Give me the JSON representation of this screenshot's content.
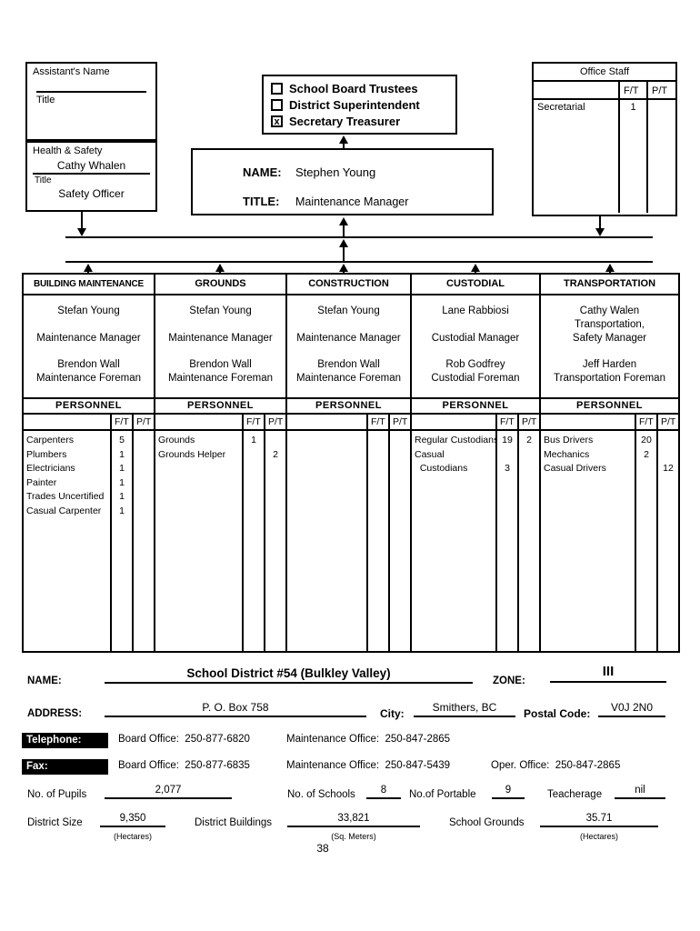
{
  "org_chart": {
    "assistant_box": {
      "heading": "Assistant's Name",
      "title_label": "Title"
    },
    "health_safety_box": {
      "heading": "Health & Safety",
      "name": "Cathy Whalen",
      "title_label": "Title",
      "title": "Safety Officer"
    },
    "role_checkboxes": {
      "options": [
        {
          "label": "School Board Trustees",
          "checked": false,
          "mark": ""
        },
        {
          "label": "District Superintendent",
          "checked": false,
          "mark": ""
        },
        {
          "label": "Secretary Treasurer",
          "checked": true,
          "mark": "x"
        }
      ]
    },
    "manager_box": {
      "name_label": "NAME:",
      "name": "Stephen Young",
      "title_label": "TITLE:",
      "title": "Maintenance Manager"
    },
    "office_staff": {
      "title": "Office Staff",
      "ft_header": "F/T",
      "pt_header": "P/T",
      "rows": [
        {
          "label": "Secretarial",
          "ft": "1",
          "pt": ""
        }
      ]
    }
  },
  "personnel_header": "PERSONNEL",
  "ft_header": "F/T",
  "pt_header": "P/T",
  "departments": [
    {
      "title": "BUILDING MAINTENANCE",
      "staff_group1": [
        "Stefan Young",
        "",
        "Maintenance Manager"
      ],
      "staff_group2": [
        "Brendon Wall",
        "Maintenance Foreman"
      ],
      "personnel": [
        {
          "label": "Carpenters",
          "ft": "5",
          "pt": ""
        },
        {
          "label": "Plumbers",
          "ft": "1",
          "pt": ""
        },
        {
          "label": "Electricians",
          "ft": "1",
          "pt": ""
        },
        {
          "label": "Painter",
          "ft": "1",
          "pt": ""
        },
        {
          "label": "Trades Uncertified",
          "ft": "1",
          "pt": ""
        },
        {
          "label": "Casual Carpenter",
          "ft": "1",
          "pt": ""
        }
      ]
    },
    {
      "title": "GROUNDS",
      "staff_group1": [
        "Stefan Young",
        "",
        "Maintenance Manager"
      ],
      "staff_group2": [
        "Brendon Wall",
        "Maintenance Foreman"
      ],
      "personnel": [
        {
          "label": "Grounds",
          "ft": "1",
          "pt": ""
        },
        {
          "label": "Grounds Helper",
          "ft": "",
          "pt": "2"
        }
      ]
    },
    {
      "title": "CONSTRUCTION",
      "staff_group1": [
        "Stefan Young",
        "",
        "Maintenance Manager"
      ],
      "staff_group2": [
        "Brendon Wall",
        "Maintenance Foreman"
      ],
      "personnel": []
    },
    {
      "title": "CUSTODIAL",
      "staff_group1": [
        "Lane Rabbiosi",
        "",
        "Custodial Manager"
      ],
      "staff_group2": [
        "Rob Godfrey",
        "Custodial Foreman"
      ],
      "personnel": [
        {
          "label": "Regular Custodians",
          "ft": "19",
          "pt": "2"
        },
        {
          "label": "Casual",
          "ft": "",
          "pt": ""
        },
        {
          "label": "  Custodians",
          "ft": "3",
          "pt": ""
        }
      ]
    },
    {
      "title": "TRANSPORTATION",
      "staff_group1": [
        "Cathy Walen",
        "Transportation,",
        "Safety Manager"
      ],
      "staff_group2": [
        "Jeff Harden",
        "Transportation Foreman"
      ],
      "personnel": [
        {
          "label": "Bus Drivers",
          "ft": "20",
          "pt": ""
        },
        {
          "label": "Mechanics",
          "ft": "2",
          "pt": ""
        },
        {
          "label": "Casual Drivers",
          "ft": "",
          "pt": "12"
        }
      ]
    }
  ],
  "footer_form": {
    "name_label": "NAME:",
    "name_value": "School District #54 (Bulkley Valley)",
    "zone_label": "ZONE:",
    "zone_value": "III",
    "address_label": "ADDRESS:",
    "address_value": "P. O. Box 758",
    "city_label": "City:",
    "city_value": "Smithers, BC",
    "postal_label": "Postal Code:",
    "postal_value": "V0J 2N0",
    "telephone_label": "Telephone:",
    "telephone_entries": [
      {
        "label": "Board Office:",
        "value": "250-877-6820"
      },
      {
        "label": "Maintenance Office:",
        "value": "250-847-2865"
      }
    ],
    "fax_label": "Fax:",
    "fax_entries": [
      {
        "label": "Board Office:",
        "value": "250-877-6835"
      },
      {
        "label": "Maintenance Office:",
        "value": "250-847-5439"
      },
      {
        "label": "Oper. Office:",
        "value": "250-847-2865"
      }
    ],
    "pupils_label": "No. of Pupils",
    "pupils_value": "2,077",
    "schools_label": "No. of Schools",
    "schools_value": "8",
    "portable_label": "No.of Portable",
    "portable_value": "9",
    "teacherage_label": "Teacherage",
    "teacherage_value": "nil",
    "district_size_label": "District Size",
    "district_size_value": "9,350",
    "district_size_unit": "(Hectares)",
    "district_buildings_label": "District Buildings",
    "district_buildings_value": "33,821",
    "district_buildings_unit": "(Sq. Meters)",
    "school_grounds_label": "School Grounds",
    "school_grounds_value": "35.71",
    "school_grounds_unit": "(Hectares)"
  },
  "page_number": "38"
}
